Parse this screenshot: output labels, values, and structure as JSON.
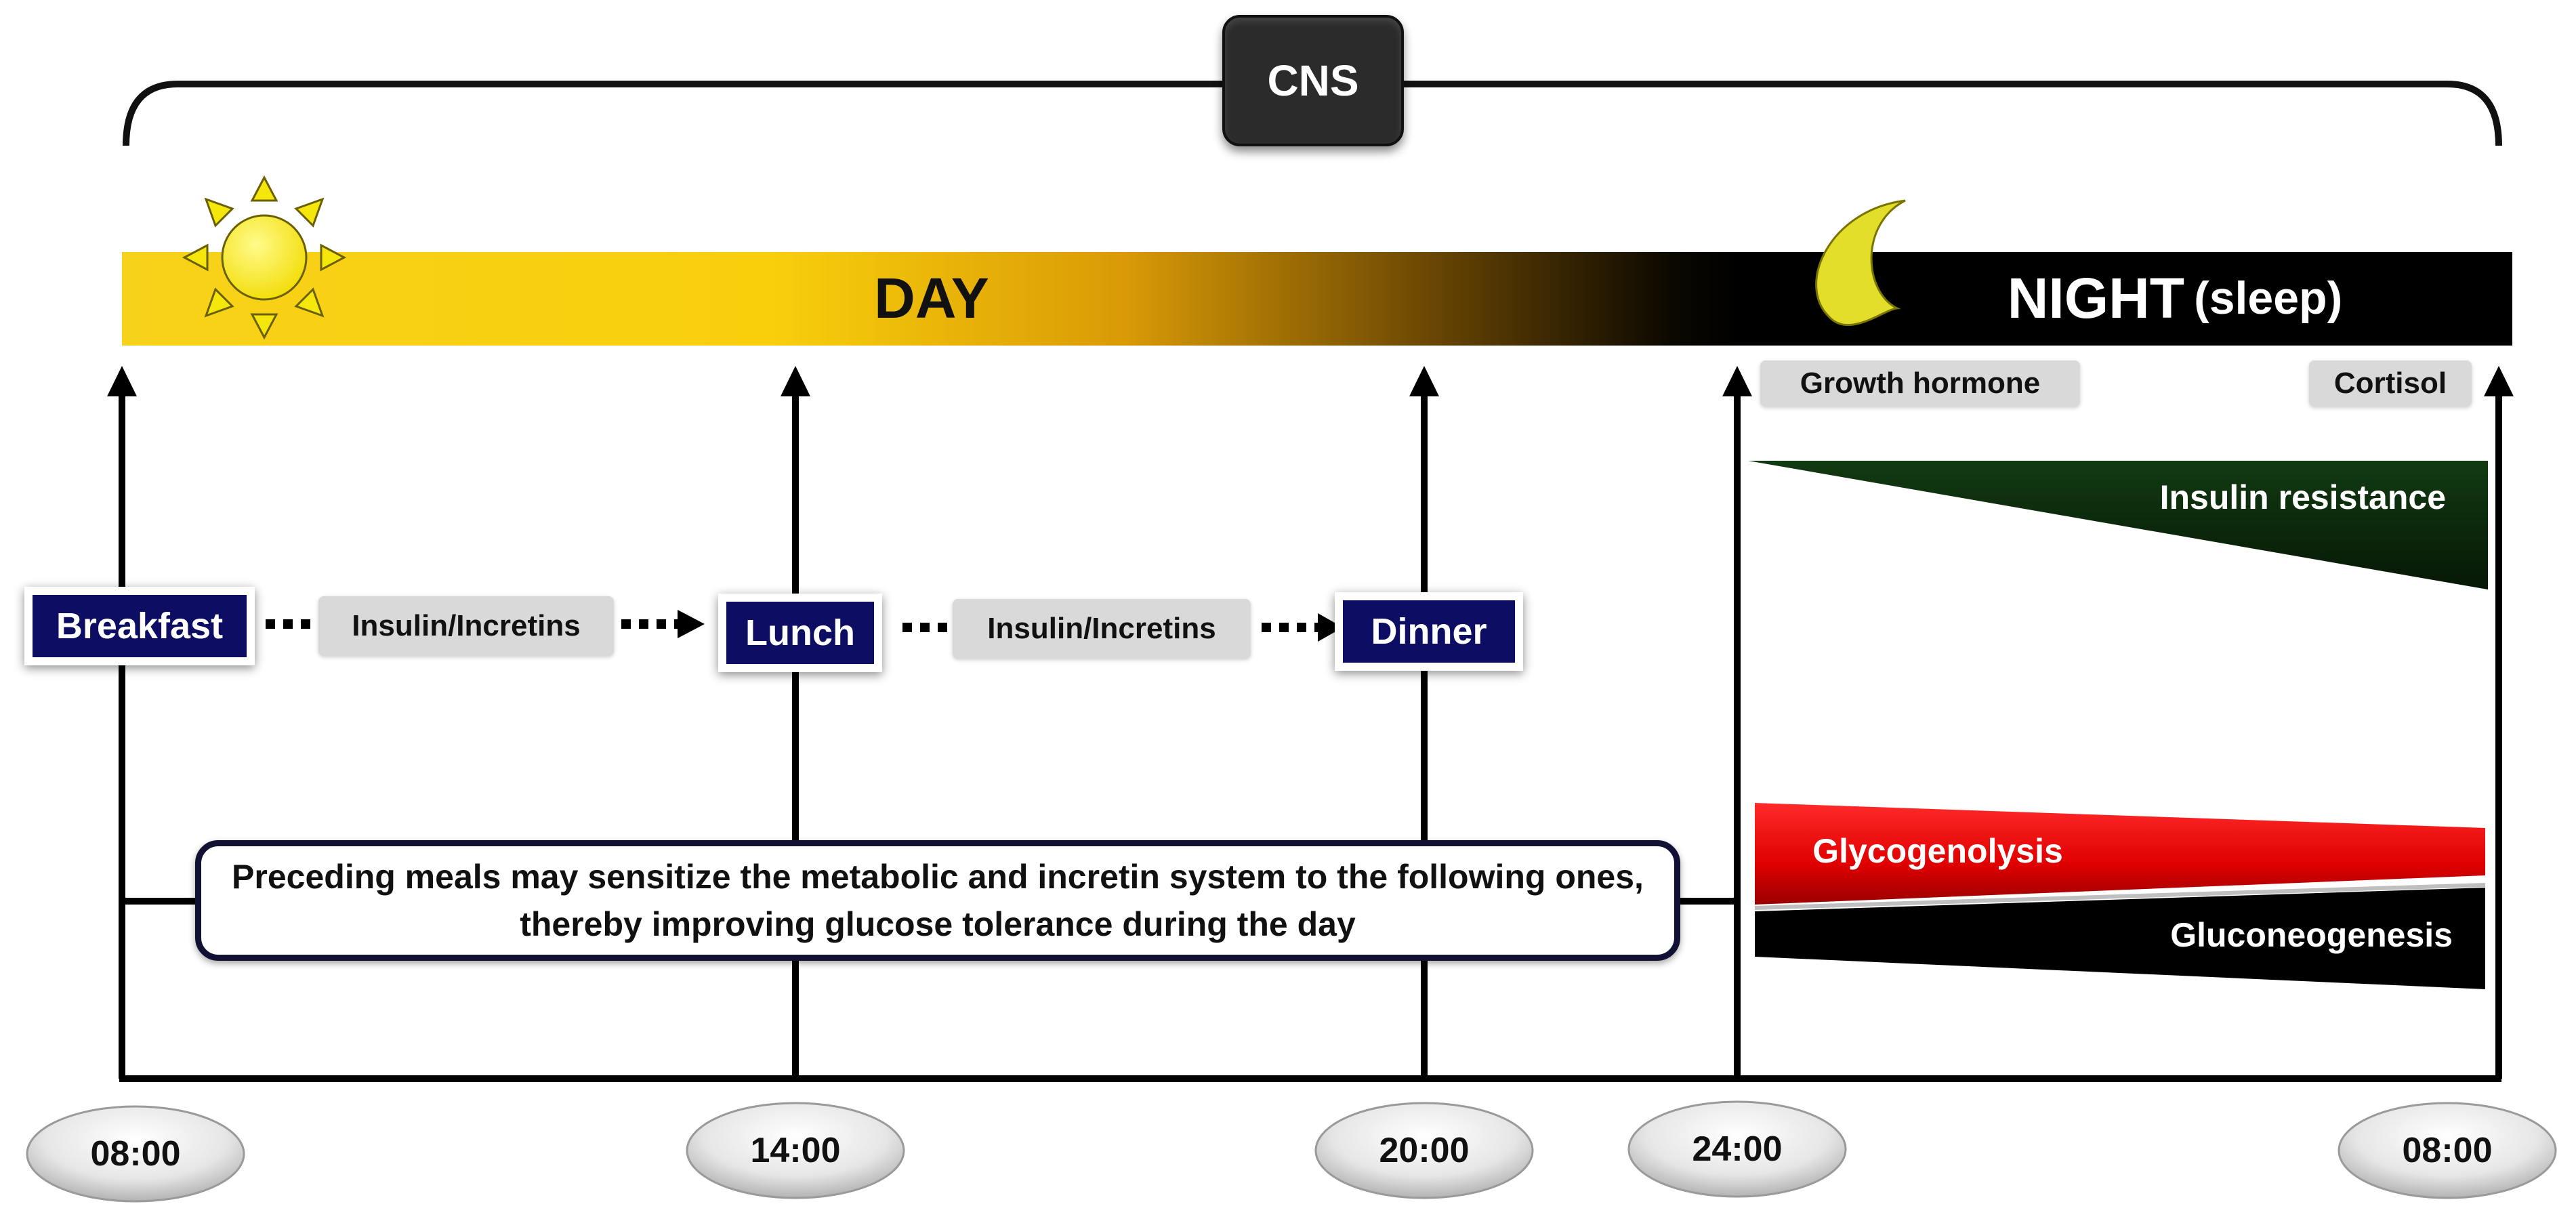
{
  "top_label": "CNS",
  "day_label": "DAY",
  "night_label": "NIGHT",
  "night_sub": "(sleep)",
  "meals": {
    "breakfast": "Breakfast",
    "lunch": "Lunch",
    "dinner": "Dinner"
  },
  "insulin_labels": [
    "Insulin/Incretins",
    "Insulin/Incretins"
  ],
  "hormones": {
    "growth": "Growth hormone",
    "cortisol": "Cortisol"
  },
  "processes": {
    "insulin_resistance": "Insulin resistance",
    "glycogenolysis": "Glycogenolysis",
    "gluconeogenesis": "Gluconeogenesis"
  },
  "note_lines": [
    "Preceding meals may sensitize the metabolic and incretin system to the following ones,",
    "thereby improving glucose tolerance during the day"
  ],
  "times": [
    "08:00",
    "14:00",
    "20:00",
    "24:00",
    "08:00"
  ],
  "colors": {
    "day_yellow": "#f7d21a",
    "night_black": "#000000",
    "meal_navy": "#0d0d63",
    "insulin_resistance_green": "#0f2a0f",
    "glycogenolysis_red": "#e00000",
    "gluconeogenesis_black": "#000000",
    "sun_yellow": "#f5e60c",
    "moon_yellow": "#e3de2a"
  },
  "icons": [
    "sun-icon",
    "moon-icon",
    "arrow-up-icon",
    "dotted-arrow-icon"
  ]
}
